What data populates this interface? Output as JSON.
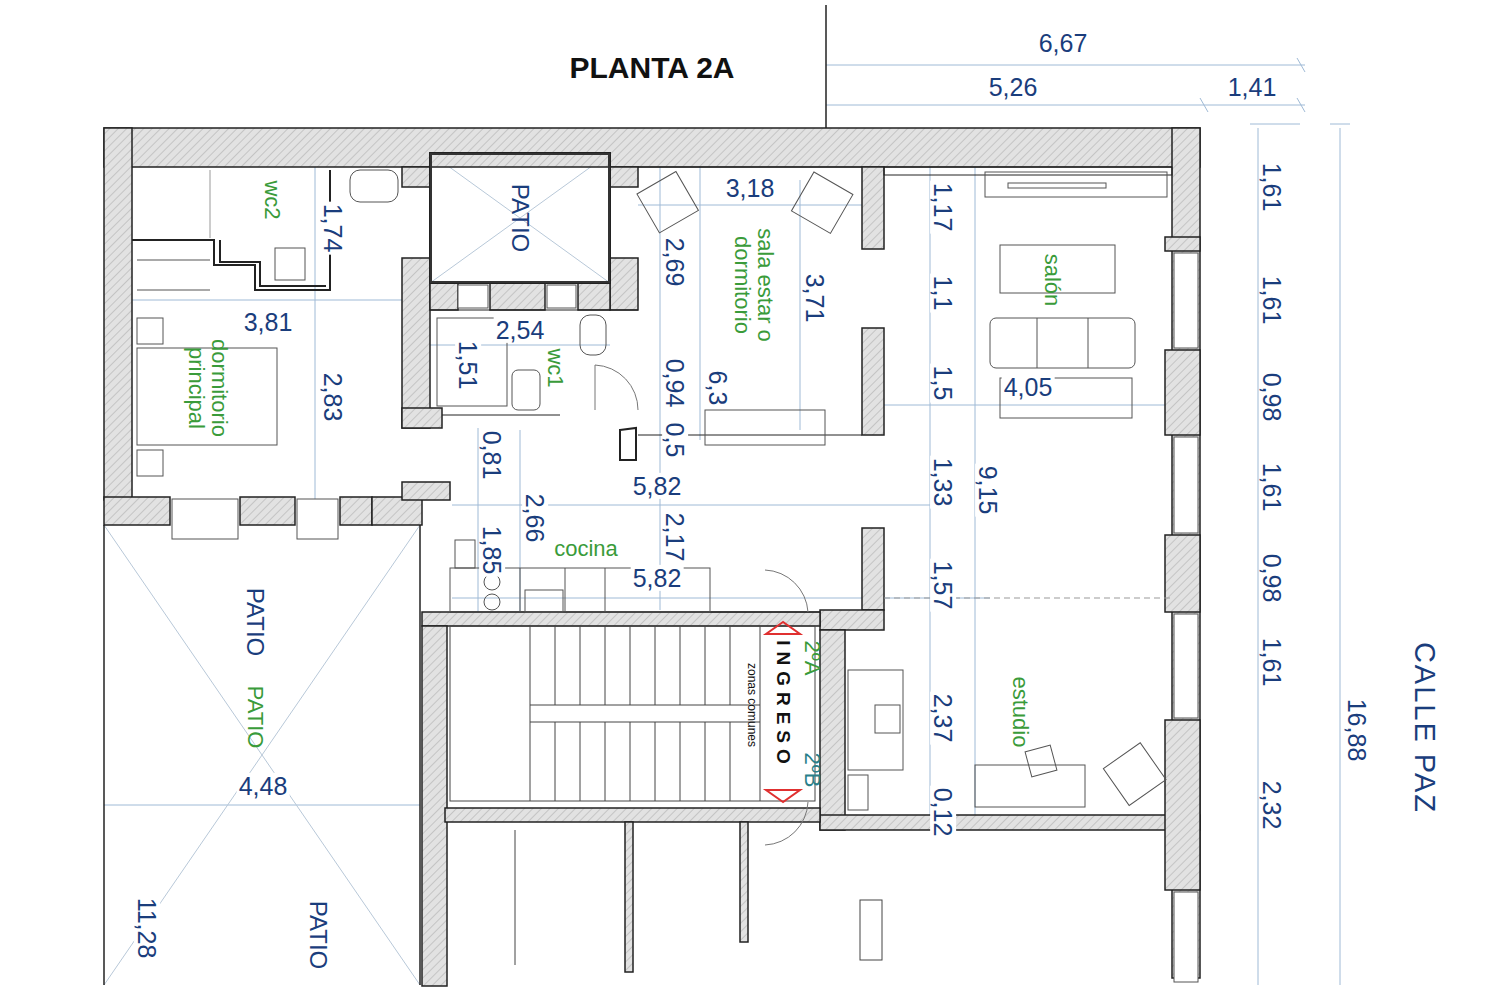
{
  "diagram": {
    "title": "PLANTA 2A",
    "nodes": [
      {
        "text": [
          "PATIO"
        ]
      }
    ],
    "labels": [
      "6,67",
      "5,26",
      "1,41",
      "wc2",
      "1,74",
      "3,18",
      "sala estar o dormitorio",
      "2,69",
      "3,71",
      "1,17",
      "1,1",
      "salón",
      "1,61",
      "1,61",
      "3,81",
      "2,54",
      "1,51",
      "wc1",
      "dormitorio principal",
      "2,83",
      "0,94",
      "6,3",
      "1,5",
      "4,05",
      "0,98",
      "0,5",
      "0,81",
      "5,82",
      "1,33",
      "9,15",
      "1,61",
      "2,66",
      "2,17",
      "1,85",
      "cocina",
      "5,82",
      "1,57",
      "0,98",
      "PATIO",
      "PATIO",
      "2ºA",
      "INGRESO",
      "zonas comunes",
      "estudio",
      "1,61",
      "2,37",
      "2ºB",
      "4,48",
      "0,12",
      "2,32",
      "16,88",
      "CALLE PAZ",
      "11,28",
      "PATIO"
    ]
  }
}
